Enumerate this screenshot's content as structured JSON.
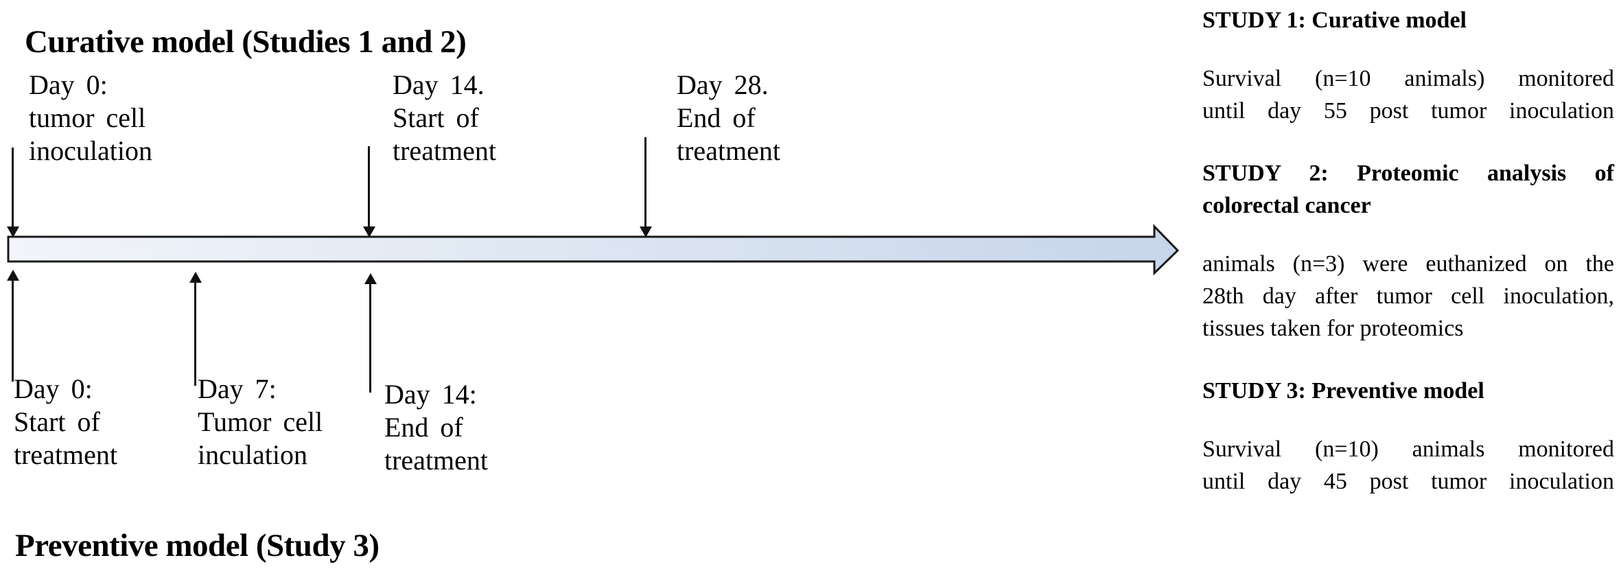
{
  "figure": {
    "curative": {
      "title": "Curative model (Studies 1 and 2)",
      "top_events": [
        {
          "lines": [
            "Day 0:",
            "tumor cell",
            "inoculation"
          ]
        },
        {
          "lines": [
            "Day 14.",
            "Start of",
            "treatment"
          ]
        },
        {
          "lines": [
            "Day 28.",
            "End of",
            "treatment"
          ]
        }
      ],
      "bottom_events": [
        {
          "lines": [
            "Day 0:",
            "Start of",
            "treatment"
          ]
        },
        {
          "lines": [
            "Day 7:",
            "Tumor cell",
            "inculation"
          ]
        },
        {
          "lines": [
            "Day 14:",
            "End of",
            "treatment"
          ]
        }
      ]
    },
    "preventive_title": "Preventive model (Study 3)",
    "timeline": {
      "fill_start": "#f2f5fa",
      "fill_mid": "#dde6f2",
      "fill_end": "#c7d5ea",
      "border": "#1a1a1a",
      "marker_color": "#111111"
    }
  },
  "notes": {
    "studies": [
      {
        "heading_lines": [
          "STUDY 1: Curative model"
        ],
        "body_lines": [
          "Survival (n=10 animals) monitored",
          "until day 55 post tumor inoculation"
        ]
      },
      {
        "heading_lines": [
          "STUDY 2: Proteomic analysis of",
          "colorectal cancer"
        ],
        "body_lines": [
          "animals (n=3) were euthanized on the",
          "28th day after tumor cell inoculation,",
          "tissues taken for proteomics"
        ]
      },
      {
        "heading_lines": [
          "STUDY 3: Preventive model"
        ],
        "body_lines": [
          "Survival (n=10) animals monitored",
          "until day 45 post tumor inoculation"
        ]
      }
    ]
  }
}
